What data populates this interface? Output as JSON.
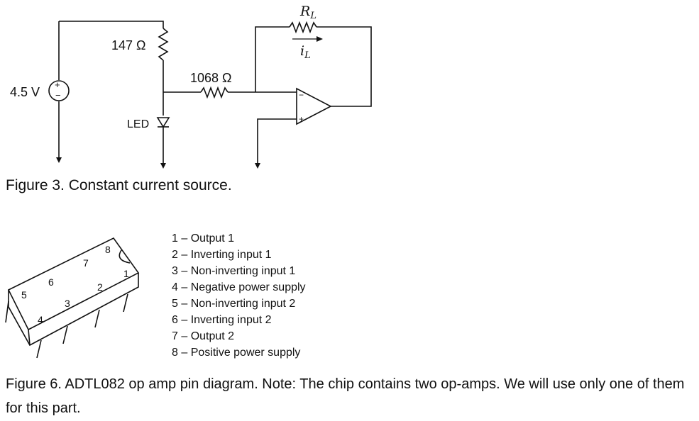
{
  "figure3": {
    "source_label": "4.5 V",
    "source_plus": "+",
    "source_minus": "−",
    "r1_label": "147 Ω",
    "r2_label": "1068 Ω",
    "rl_label": "R",
    "rl_sub": "L",
    "il_label": "i",
    "il_sub": "L",
    "led_label": "LED",
    "opamp_minus": "−",
    "opamp_plus": "+",
    "caption": "Figure 3. Constant current source."
  },
  "figure6": {
    "chip_pins": [
      "1",
      "2",
      "3",
      "4",
      "5",
      "6",
      "7",
      "8"
    ],
    "pin_list": [
      "1 – Output 1",
      "2 – Inverting input 1",
      "3 – Non-inverting input 1",
      "4 – Negative power supply",
      "5 – Non-inverting input 2",
      "6 – Inverting input 2",
      "7 – Output 2",
      "8 – Positive power supply"
    ],
    "caption": "Figure 6. ADTL082 op amp pin diagram. Note: The chip contains two op-amps. We will use only one of them for this part."
  }
}
